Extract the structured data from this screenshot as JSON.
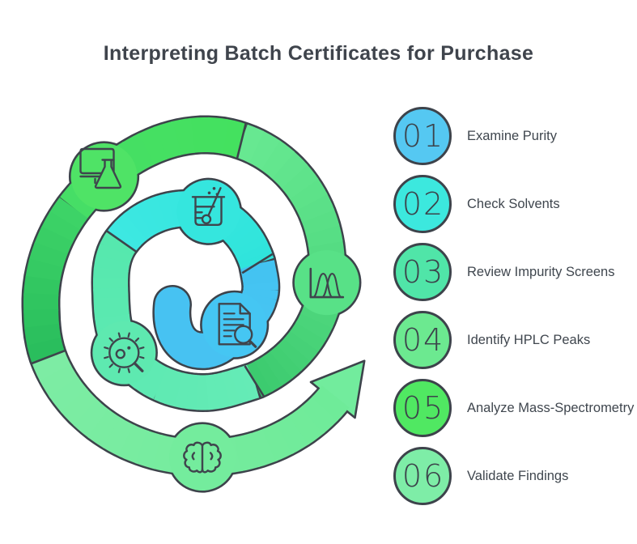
{
  "title": "Interpreting Batch Certificates for Purchase",
  "colors": {
    "background": "#ffffff",
    "outline": "#3d434b",
    "icon_ink": "#3f454d",
    "title_text": "#3f444c",
    "label_text": "#3f464e",
    "number_text": "#3c434b"
  },
  "steps": [
    {
      "number": "01",
      "label": "Examine Purity",
      "color": "#55c8f2"
    },
    {
      "number": "02",
      "label": "Check Solvents",
      "color": "#3ce8de"
    },
    {
      "number": "03",
      "label": "Review Impurity Screens",
      "color": "#50e5a8"
    },
    {
      "number": "04",
      "label": "Identify HPLC Peaks",
      "color": "#6ce990"
    },
    {
      "number": "05",
      "label": "Analyze Mass-Spectrometry",
      "color": "#50e862"
    },
    {
      "number": "06",
      "label": "Validate Findings",
      "color": "#7eeda7"
    }
  ],
  "spiral": {
    "hook_color": "#47c2f2",
    "arrowhead_color": "#72ec9d",
    "segments": [
      {
        "name": "inner-blue",
        "from": "#49c5f3",
        "to": "#43c3f1"
      },
      {
        "name": "inner-cyan",
        "from": "#2fe4db",
        "to": "#3de8e2"
      },
      {
        "name": "middle-mint",
        "from": "#56e8ae",
        "to": "#65ebb6"
      },
      {
        "name": "middle-green",
        "from": "#3bca6e",
        "to": "#68e992"
      },
      {
        "name": "top-bright-green",
        "from": "#44e15f",
        "to": "#46de66"
      },
      {
        "name": "left-dark-green",
        "from": "#3ed468",
        "to": "#29bd5c"
      },
      {
        "name": "bottom-spring-green",
        "from": "#7deca4",
        "to": "#6feb99"
      }
    ],
    "bumps": [
      {
        "icon": "monitor-flask-icon",
        "color": "#4fe366"
      },
      {
        "icon": "beaker-stirrer-icon",
        "color": "#35e6de"
      },
      {
        "icon": "microbe-magnifier-icon",
        "color": "#5ee9b0"
      },
      {
        "icon": "document-magnifier-icon",
        "color": "#45c6f3"
      },
      {
        "icon": "chromatogram-peaks-icon",
        "color": "#58e187"
      },
      {
        "icon": "brain-icon",
        "color": "#74ec9d"
      }
    ]
  }
}
